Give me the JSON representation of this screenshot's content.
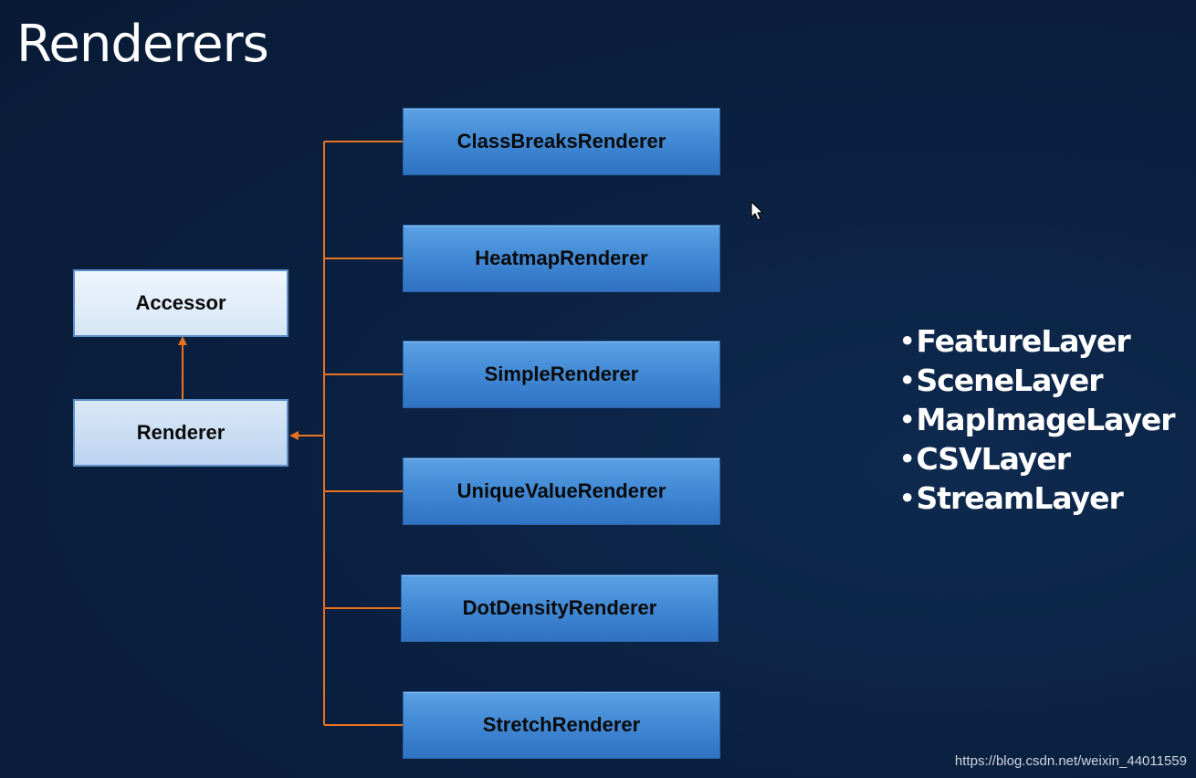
{
  "title": "Renderers",
  "diagram": {
    "base_nodes": [
      {
        "label": "Accessor"
      },
      {
        "label": "Renderer"
      }
    ],
    "subclasses": [
      {
        "label": "ClassBreaksRenderer"
      },
      {
        "label": "HeatmapRenderer"
      },
      {
        "label": "SimpleRenderer"
      },
      {
        "label": "UniqueValueRenderer"
      },
      {
        "label": "DotDensityRenderer"
      },
      {
        "label": "StretchRenderer"
      }
    ],
    "connector_color": "#e8731f"
  },
  "layers": {
    "bullet": "•",
    "items": [
      "FeatureLayer",
      "SceneLayer",
      "MapImageLayer",
      "CSVLayer",
      "StreamLayer"
    ]
  },
  "watermark": "https://blog.csdn.net/weixin_44011559"
}
